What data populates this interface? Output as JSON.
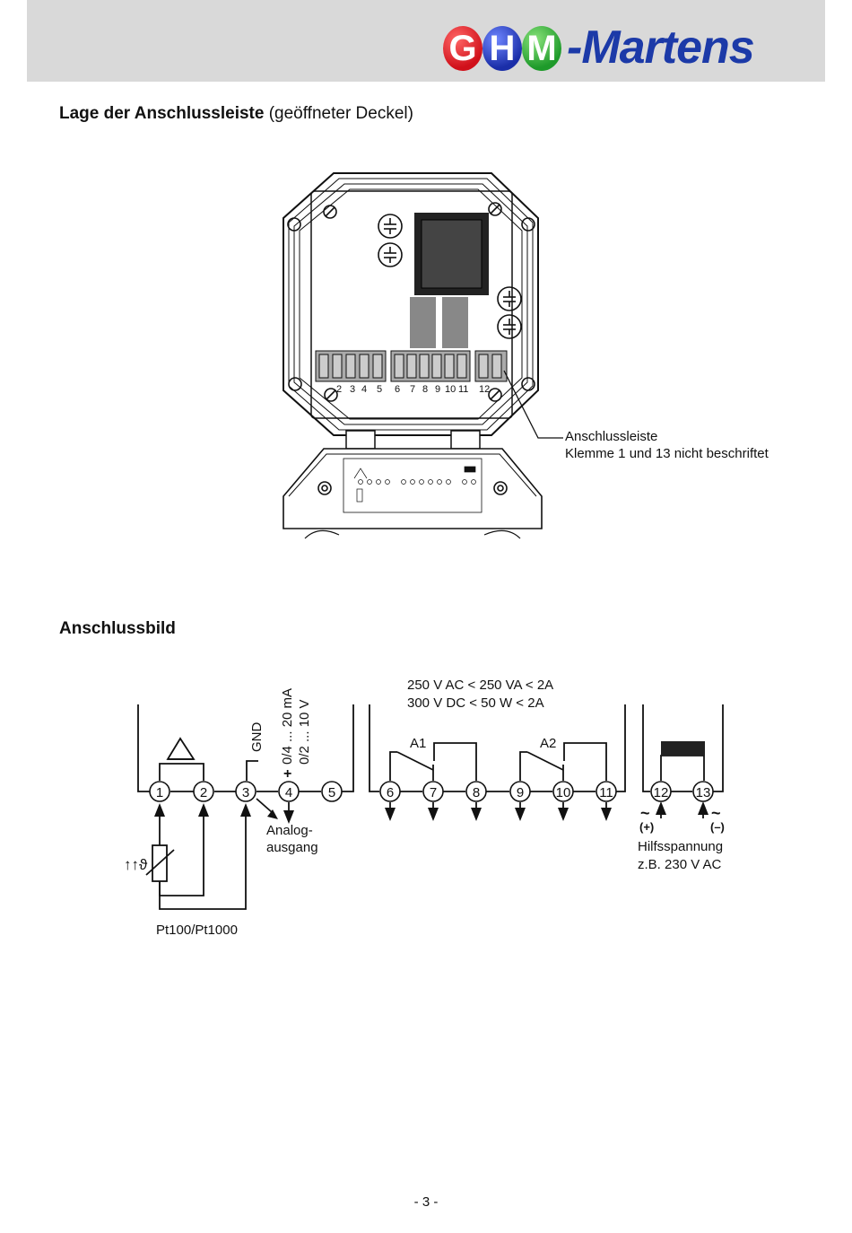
{
  "header": {
    "logo_letters": [
      "G",
      "H",
      "M"
    ],
    "logo_wordmark": "-Martens",
    "colors": {
      "band": "#d9d9d9",
      "g": "#d0101a",
      "h": "#1a2ea8",
      "m": "#1e9a2a",
      "wordmark": "#1c3aa8"
    }
  },
  "section1": {
    "title_bold": "Lage der Anschlussleiste",
    "title_normal": " (geöffneter Deckel)",
    "terminal_numbers": [
      "2",
      "3",
      "4",
      "5",
      "6",
      "7",
      "8",
      "9",
      "10",
      "11",
      "12"
    ],
    "callout_line1": "Anschlussleiste",
    "callout_line2": "Klemme 1 und 13 nicht beschriftet"
  },
  "section2": {
    "title": "Anschlussbild",
    "terminals": [
      "1",
      "2",
      "3",
      "4",
      "5",
      "6",
      "7",
      "8",
      "9",
      "10",
      "11",
      "12",
      "13"
    ],
    "gnd_label": "GND",
    "analog_range1": "0/4 ... 20 mA",
    "analog_range2": "0/2 ... 10 V",
    "plus_sign": "+",
    "analog_label1": "Analog-",
    "analog_label2": "ausgang",
    "relay_spec1": "250 V AC < 250 VA < 2A",
    "relay_spec2": "300 V DC < 50 W < 2A",
    "relay1": "A1",
    "relay2": "A2",
    "sensor_symbol": "↑↑ϑ",
    "sensor_label": "Pt100/Pt1000",
    "aux_tilde": "~",
    "aux_plus": "(+)",
    "aux_minus": "(–)",
    "aux_label1": "Hilfsspannung",
    "aux_label2": "z.B. 230 V AC"
  },
  "footer": {
    "page": "- 3 -"
  }
}
